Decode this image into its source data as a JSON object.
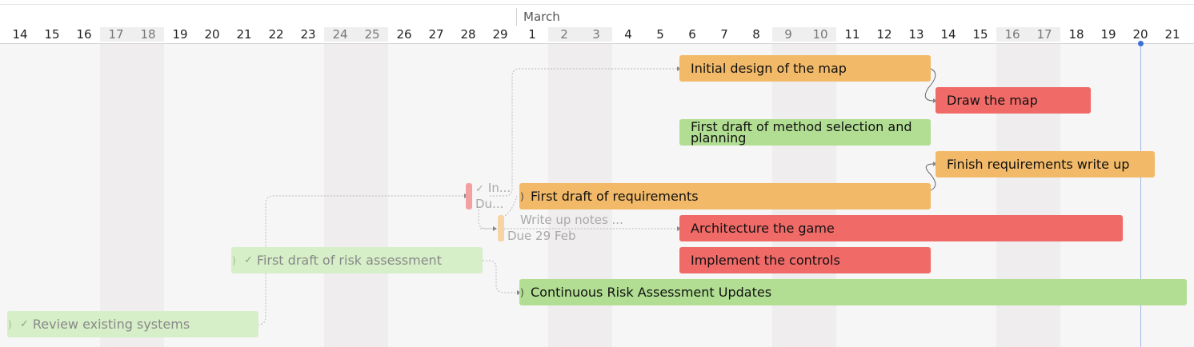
{
  "timeline": {
    "month_label": "March",
    "days": [
      "14",
      "15",
      "16",
      "17",
      "18",
      "19",
      "20",
      "21",
      "22",
      "23",
      "24",
      "25",
      "26",
      "27",
      "28",
      "29",
      "1",
      "2",
      "3",
      "4",
      "5",
      "6",
      "7",
      "8",
      "9",
      "10",
      "11",
      "12",
      "13",
      "14",
      "15",
      "16",
      "17",
      "18",
      "19",
      "20",
      "21"
    ]
  },
  "tasks": {
    "initial_design": "Initial design of the map",
    "draw_map": "Draw the map",
    "method_selection": "First draft of method selection and planning",
    "finish_requirements": "Finish requirements write up",
    "first_draft_requirements": "First draft of requirements",
    "architecture": "Architecture the game",
    "implement_controls": "Implement the controls",
    "continuous_risk": "Continuous Risk Assessment Updates",
    "risk_assessment": "First draft of risk assessment",
    "review_systems": "Review existing systems"
  },
  "small_items": {
    "in_label": "In...",
    "du_label": "Du...",
    "write_up_notes": "Write up notes ...",
    "due_date": "Due 29 Feb"
  },
  "icons": {
    "check": "checkmark-icon",
    "dependency": "dependency-arrow-icon"
  },
  "colors": {
    "orange": "#f2ba68",
    "red": "#f06a68",
    "green": "#b1de92",
    "pale_green": "#d7efc8",
    "today": "#3d6fd9"
  }
}
